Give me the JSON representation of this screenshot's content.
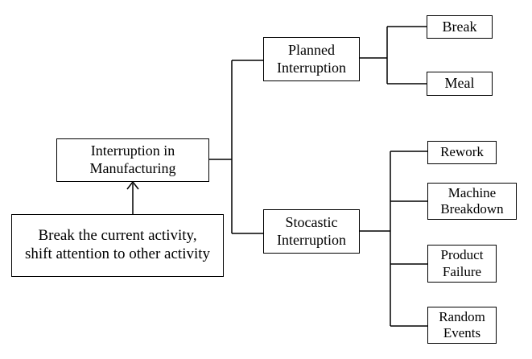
{
  "root": {
    "line1": "Interruption in",
    "line2": "Manufacturing"
  },
  "note": {
    "line1": "Break the current activity,",
    "line2": "shift attention to other activity"
  },
  "planned": {
    "line1": "Planned",
    "line2": "Interruption",
    "children": [
      "Break",
      "Meal"
    ]
  },
  "stocastic": {
    "line1": "Stocastic",
    "line2": "Interruption",
    "children": {
      "rework": "Rework",
      "machine_line1": "Machine",
      "machine_line2": "Breakdown",
      "product_line1": "Product",
      "product_line2": "Failure",
      "random_line1": "Random",
      "random_line2": "Events"
    }
  }
}
